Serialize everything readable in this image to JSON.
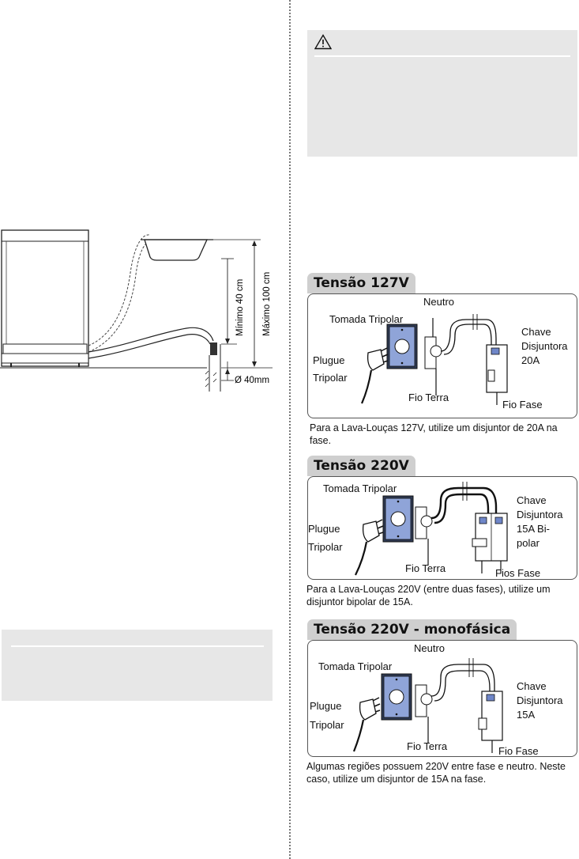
{
  "warning": {
    "icon": "warning-triangle-icon"
  },
  "drain_diagram": {
    "min_label": "Mínimo 40 cm",
    "max_label": "Máximo 100 cm",
    "diameter_label": "Ø 40mm"
  },
  "sections": [
    {
      "title": "Tensão 127V",
      "labels": {
        "neutro": "Neutro",
        "tomada": "Tomada Tripolar",
        "chave1": "Chave",
        "chave2": "Disjuntora",
        "chave3": "20A",
        "plugue1": "Plugue",
        "plugue2": "Tripolar",
        "terra": "Fio Terra",
        "fase": "Fio Fase"
      },
      "caption": "Para a Lava-Louças 127V, utilize um disjuntor de 20A na fase."
    },
    {
      "title": "Tensão 220V",
      "labels": {
        "tomada": "Tomada Tripolar",
        "chave1": "Chave",
        "chave2": "Disjuntora",
        "chave3": "15A Bi-",
        "chave4": "polar",
        "plugue1": "Plugue",
        "plugue2": "Tripolar",
        "terra": "Fio Terra",
        "fase": "Fios Fase"
      },
      "caption": "Para a Lava-Louças 220V (entre duas fases), utilize um disjuntor bipolar de 15A."
    },
    {
      "title": "Tensão 220V - monofásica",
      "labels": {
        "neutro": "Neutro",
        "tomada": "Tomada Tripolar",
        "chave1": "Chave",
        "chave2": "Disjuntora",
        "chave3": "15A",
        "plugue1": "Plugue",
        "plugue2": "Tripolar",
        "terra": "Fio Terra",
        "fase": "Fio Fase"
      },
      "caption": "Algumas regiões possuem 220V entre fase e neutro. Neste caso, utilize um disjuntor de 15A na fase."
    }
  ]
}
